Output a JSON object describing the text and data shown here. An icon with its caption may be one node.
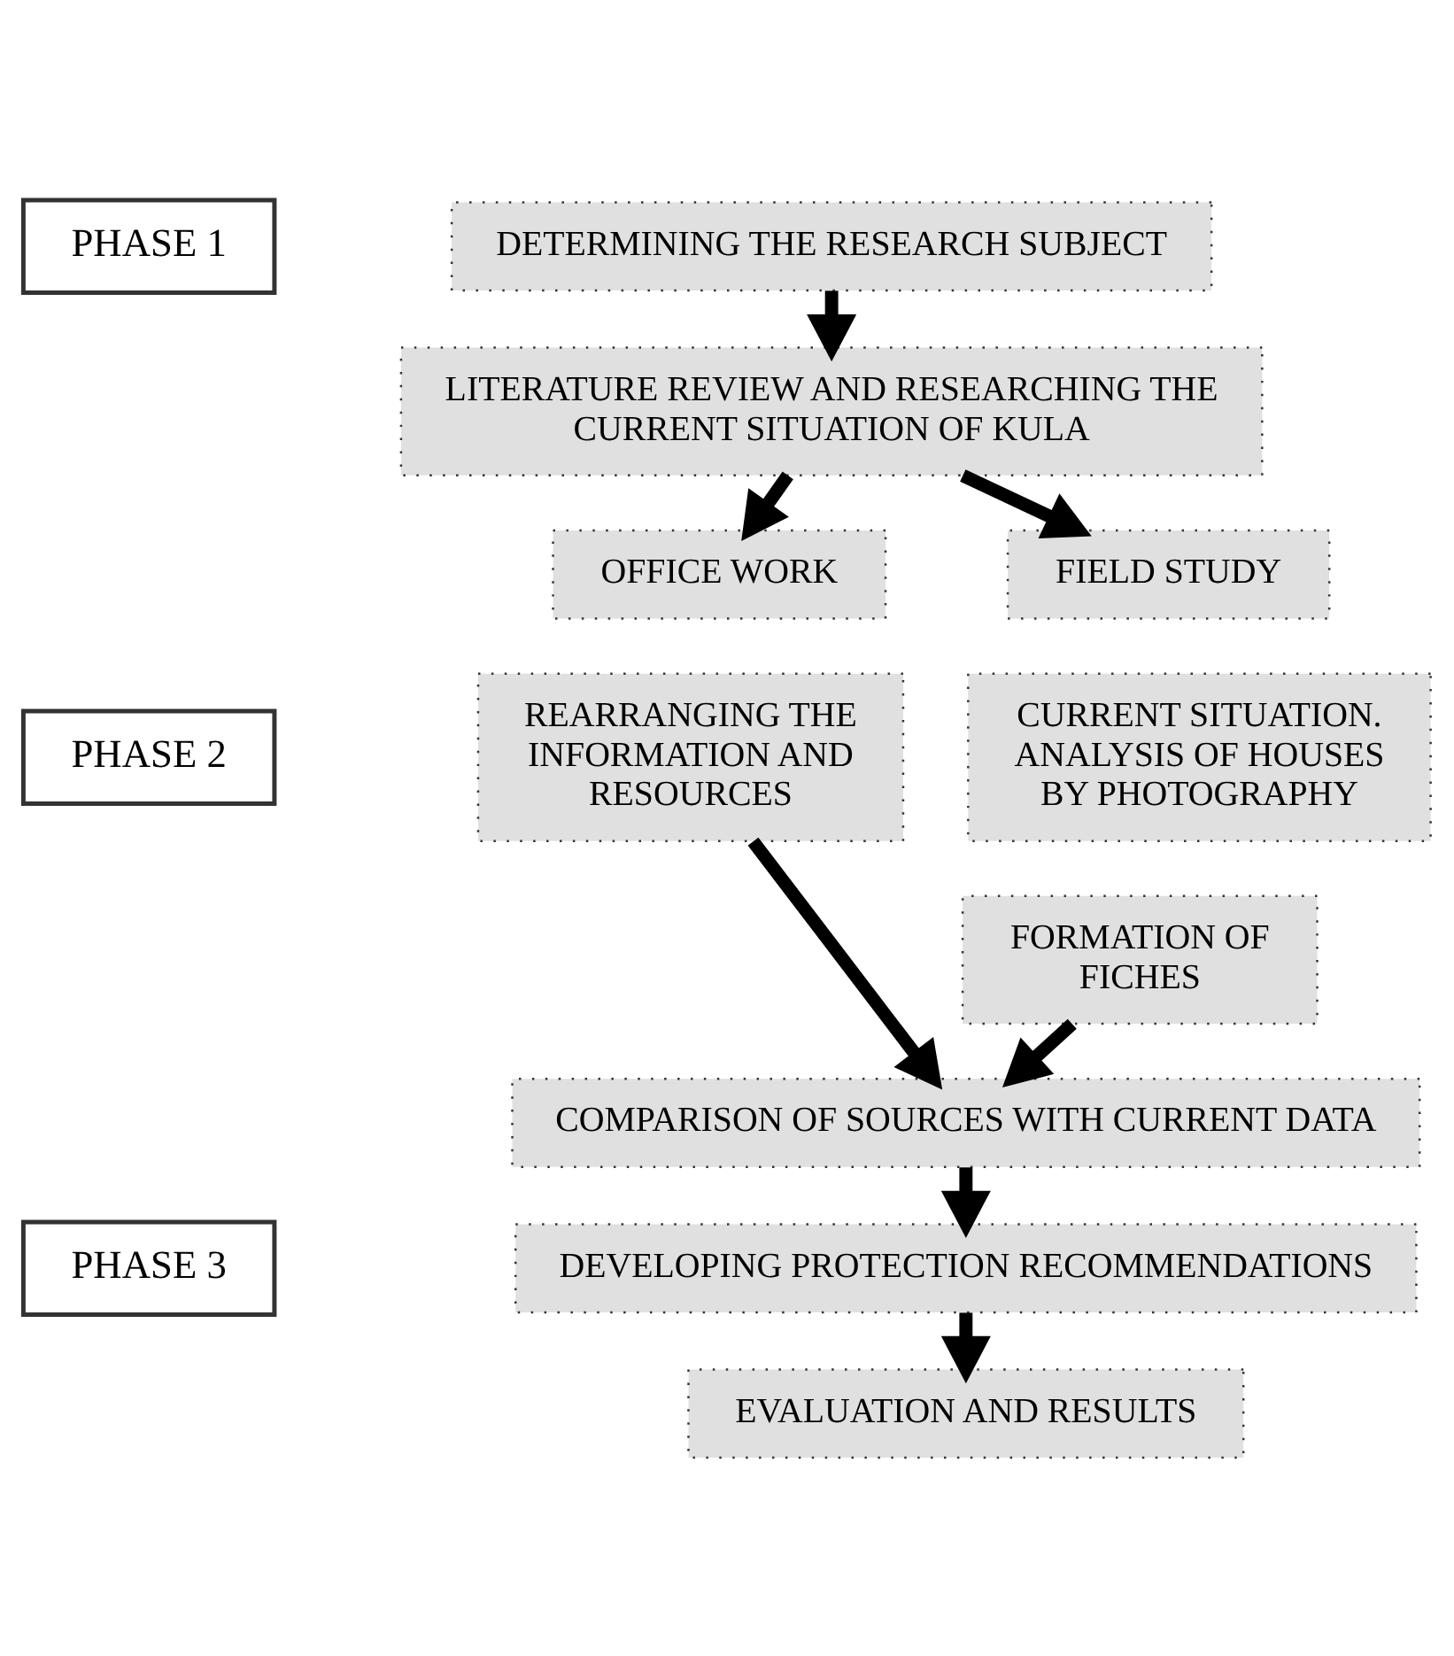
{
  "diagram": {
    "nodes": [
      {
        "text": [
          "PHASE 1"
        ]
      },
      {
        "text": [
          "DETERMINING THE RESEARCH SUBJECT"
        ]
      },
      {
        "text": [
          "LITERATURE REVIEW AND RESEARCHING THE CURRENT SITUATION OF KULA"
        ]
      },
      {
        "text": [
          "PHASE 2"
        ]
      },
      {
        "text": [
          "OFFICE WORK"
        ]
      },
      {
        "text": [
          "FIELD STUDY"
        ]
      },
      {
        "text": [
          "REARRANGING THE INFORMATION AND RESOURCES"
        ]
      },
      {
        "text": [
          "CURRENT SITUATION. ANALYSIS OF HOUSES BY PHOTOGRAPHY"
        ]
      },
      {
        "text": [
          "FORMATION OF FICHES"
        ]
      },
      {
        "text": [
          "COMPARISON OF SOURCES WITH CURRENT DATA"
        ]
      },
      {
        "text": [
          "PHASE 3"
        ]
      },
      {
        "text": [
          "DEVELOPING PROTECTION RECOMMENDATIONS"
        ]
      },
      {
        "text": [
          "EVALUATION AND RESULTS"
        ]
      }
    ],
    "edges": [
      {
        "from": 1,
        "to": 2,
        "arrow": "to"
      },
      {
        "from": 2,
        "to": 4,
        "arrow": "to"
      },
      {
        "from": 2,
        "to": 5,
        "arrow": "to"
      },
      {
        "from": 6,
        "to": 9,
        "arrow": "to"
      },
      {
        "from": 8,
        "to": 9,
        "arrow": "to"
      },
      {
        "from": 9,
        "to": 11,
        "arrow": "to"
      },
      {
        "from": 11,
        "to": 12,
        "arrow": "to"
      }
    ]
  }
}
